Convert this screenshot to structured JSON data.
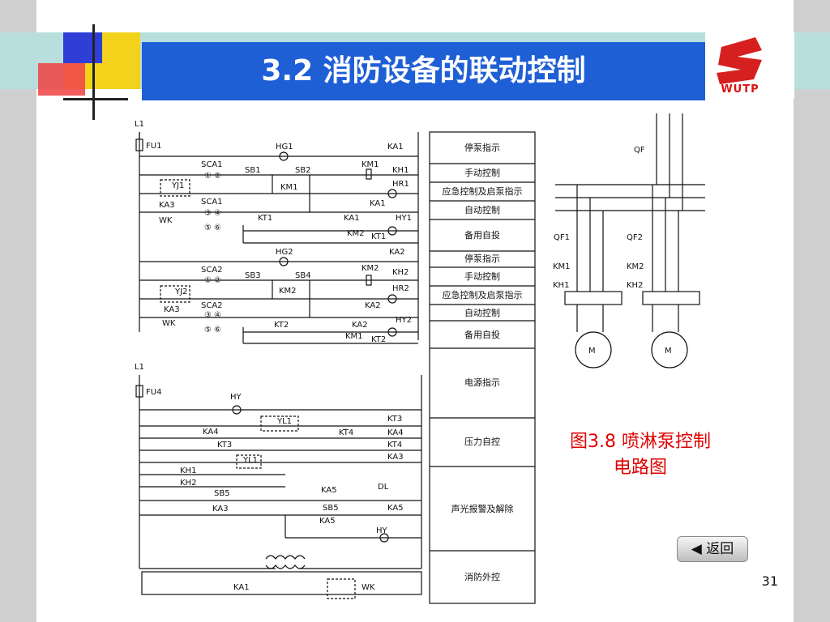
{
  "slide": {
    "title": "3.2  消防设备的联动控制",
    "logo_text": "WUTP",
    "caption_line1": "图3.8  喷淋泵控制",
    "caption_line2": "电路图",
    "back_label": "返回",
    "page_number": "31"
  },
  "diagram": {
    "supply1": "L1",
    "fuse1": "FU1",
    "supply2": "L1",
    "fuse2": "FU4",
    "func_labels": [
      "停泵指示",
      "手动控制",
      "应急控制及启泵指示",
      "自动控制",
      "备用自投",
      "停泵指示",
      "手动控制",
      "应急控制及启泵指示",
      "自动控制",
      "备用自投",
      "电源指示",
      "压力自控",
      "声光报警及解除",
      "消防外控"
    ],
    "upper_labels": [
      "HG1",
      "KA1",
      "SCA1",
      "SB1",
      "SB2",
      "KM1",
      "KH1",
      "YJ1",
      "KM1",
      "HR1",
      "SCA1",
      "KA1",
      "KA3",
      "WK",
      "KT1",
      "KA1",
      "HY1",
      "KM2",
      "KT1",
      "HG2",
      "KA2",
      "SCA2",
      "SB3",
      "SB4",
      "KM2",
      "KH2",
      "YJ2",
      "KM2",
      "HR2",
      "KA3",
      "SCA2",
      "KA2",
      "WK",
      "KT2",
      "KA2",
      "HY2",
      "KM1",
      "KT2"
    ],
    "contact_nums": [
      "①",
      "②",
      "③",
      "④",
      "⑤",
      "⑥",
      "①",
      "②",
      "③",
      "④",
      "⑤",
      "⑥"
    ],
    "lower_labels": [
      "HY",
      "YL1",
      "KT3",
      "KA4",
      "KT4",
      "KA4",
      "KT3",
      "KT4",
      "YL1",
      "KA3",
      "KH1",
      "KH2",
      "SB5",
      "KA5",
      "DL",
      "KA3",
      "SB5",
      "KA5",
      "KA5",
      "HY",
      "KA1",
      "WK"
    ],
    "right_labels": [
      "QF",
      "QF1",
      "QF2",
      "KM1",
      "KM2",
      "KH1",
      "KH2",
      "M",
      "M"
    ]
  }
}
